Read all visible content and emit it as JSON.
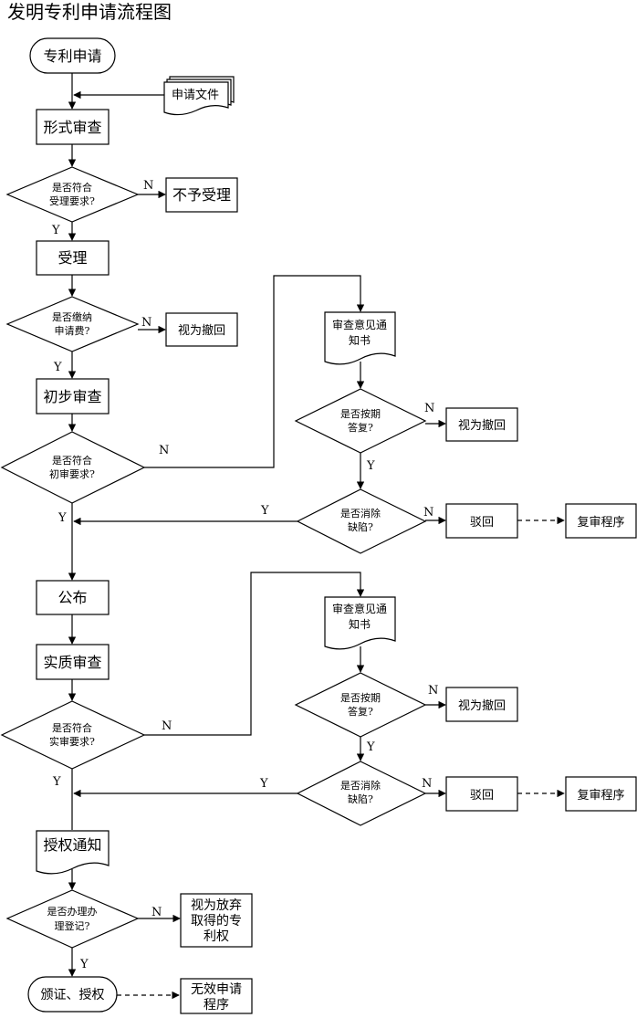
{
  "title": "发明专利申请流程图",
  "nodes": {
    "start": "专利申请",
    "docs": "申请文件",
    "formal_exam": "形式审查",
    "q_accept_1": "是否符合",
    "q_accept_2": "受理要求?",
    "reject_accept": "不予受理",
    "accept": "受理",
    "q_fee_1": "是否缴纳",
    "q_fee_2": "申请费?",
    "withdraw_fee": "视为撤回",
    "prelim_exam": "初步审查",
    "q_prelim_1": "是否符合",
    "q_prelim_2": "初审要求?",
    "notice_a_1": "审查意见通",
    "notice_a_2": "知书",
    "q_reply_a_1": "是否按期",
    "q_reply_a_2": "答复?",
    "withdraw_a": "视为撤回",
    "q_fix_a_1": "是否消除",
    "q_fix_a_2": "缺陷?",
    "reject_a": "驳回",
    "review_a": "复审程序",
    "publish": "公布",
    "substantive_exam": "实质审查",
    "q_subst_1": "是否符合",
    "q_subst_2": "实审要求?",
    "notice_b_1": "审查意见通",
    "notice_b_2": "知书",
    "q_reply_b_1": "是否按期",
    "q_reply_b_2": "答复?",
    "withdraw_b": "视为撤回",
    "q_fix_b_1": "是否消除",
    "q_fix_b_2": "缺陷?",
    "reject_b": "驳回",
    "review_b": "复审程序",
    "grant_notice": "授权通知",
    "q_register_1": "是否办理办",
    "q_register_2": "理登记?",
    "abandon_1": "视为放弃",
    "abandon_2": "取得的专",
    "abandon_3": "利权",
    "certificate": "颁证、授权",
    "invalid_1": "无效申请",
    "invalid_2": "程序"
  },
  "labels": {
    "yes": "Y",
    "no": "N"
  }
}
